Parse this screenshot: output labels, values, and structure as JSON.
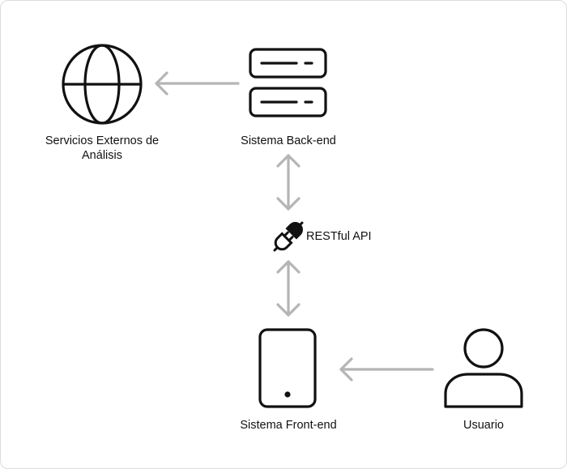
{
  "nodes": {
    "external_services": {
      "label": "Servicios Externos de Análisis",
      "icon": "globe-icon"
    },
    "backend": {
      "label": "Sistema Back-end",
      "icon": "server-icon"
    },
    "api": {
      "label": "RESTful API",
      "icon": "plug-icon"
    },
    "frontend": {
      "label": "Sistema Front-end",
      "icon": "mobile-device-icon"
    },
    "user": {
      "label": "Usuario",
      "icon": "user-icon"
    }
  },
  "edges": [
    {
      "from": "backend",
      "to": "external_services",
      "direction": "one-way"
    },
    {
      "from": "backend",
      "to": "api",
      "direction": "two-way"
    },
    {
      "from": "api",
      "to": "frontend",
      "direction": "two-way"
    },
    {
      "from": "user",
      "to": "frontend",
      "direction": "one-way"
    }
  ],
  "colors": {
    "icon": "#111111",
    "arrow": "#b5b5b5",
    "border": "#dcdcdc"
  }
}
